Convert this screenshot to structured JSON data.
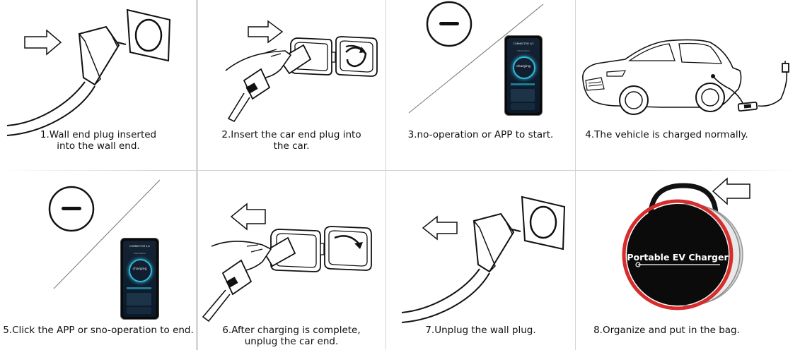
{
  "steps": [
    {
      "caption": "1.Wall end plug inserted\ninto the wall end."
    },
    {
      "caption": "2.Insert the car end plug into\nthe car."
    },
    {
      "caption": "3.no-operation or APP to start."
    },
    {
      "caption": "4.The vehicle is charged normally."
    },
    {
      "caption": "5.Click the APP or sno-operation to end."
    },
    {
      "caption": "6.After charging is complete,\nunplug the car end."
    },
    {
      "caption": "7.Unplug the wall plug."
    },
    {
      "caption": "8.Organize and put in the bag."
    }
  ],
  "phone": {
    "header": "CONNECTOR 1/1",
    "subheader": "Information",
    "status": "charging"
  },
  "bag": {
    "label": "Portable EV Charger"
  },
  "colors": {
    "line": "#111111",
    "bag_ring": "#d62c2c",
    "bag_body": "#0b0b0b",
    "phone_glow": "#2fb9d9"
  }
}
